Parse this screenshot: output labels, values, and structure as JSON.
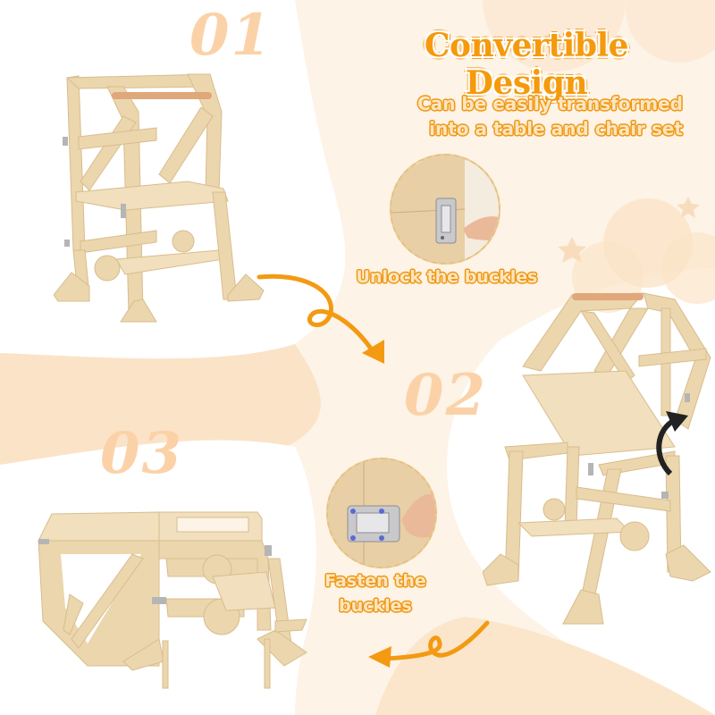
{
  "title": "Convertible Design",
  "subtitle": {
    "line1": "Can be easily transformed",
    "line2": "into a table and chair set"
  },
  "steps": [
    {
      "number": "01",
      "image": "learning-tower-upright"
    },
    {
      "number": "02",
      "image": "learning-tower-folding",
      "caption": ""
    },
    {
      "number": "03",
      "image": "table-and-chair-set"
    }
  ],
  "details": [
    {
      "caption": "Unlock the buckles",
      "image": "buckle-unlock-closeup"
    },
    {
      "caption_line1": "Fasten the",
      "caption_line2": "buckles",
      "image": "buckle-fasten-closeup"
    }
  ],
  "colors": {
    "accent": "#f59a0c",
    "step_number": "#fbd2a8",
    "background": "#fdf3e6",
    "wood": "#ecd6ad",
    "wood_dark": "#d9bd8c",
    "bar": "#e0a77a"
  }
}
